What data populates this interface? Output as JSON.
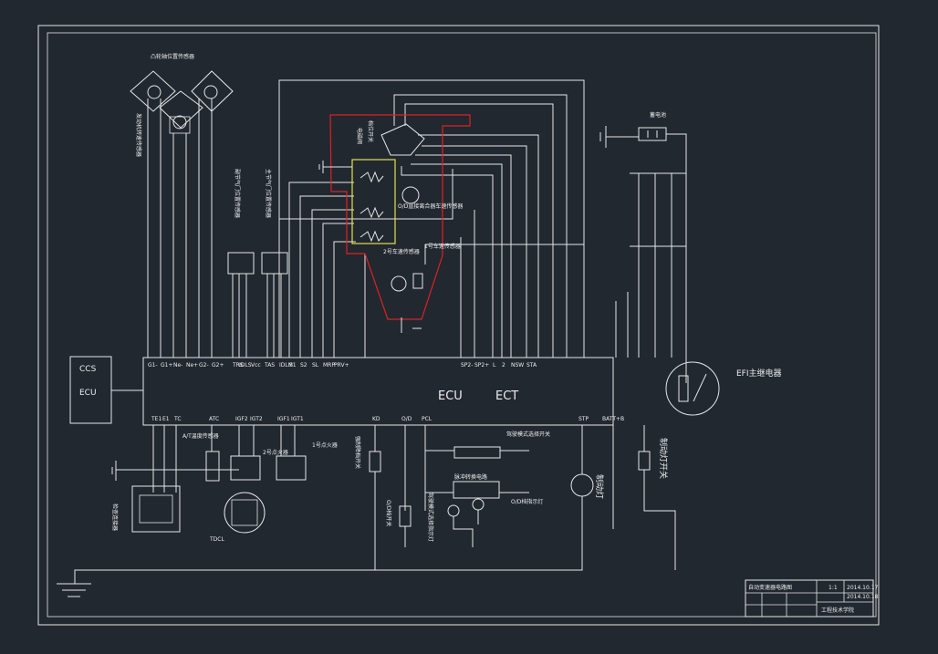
{
  "labels": {
    "crank_sensor": "凸轮轴位置传感器",
    "engine_speed_sensor": "发动机转速传感器",
    "sub_throttle_sensor": "副节气门位置传感器",
    "main_throttle_sensor": "主节气门位置传感器",
    "gear_switch": "档位开关",
    "solenoid_valve": "电磁阀",
    "od_speed_sensor": "O/D直接离合器车速传感器",
    "speed_sensor_2": "2号车速传感器",
    "speed_sensor_1": "1号车速传感器",
    "battery": "蓄电池",
    "ccs": "CCS",
    "ecu_left": "ECU",
    "ecu_main": "ECU",
    "ect": "ECT",
    "efi_relay": "EFI主继电器",
    "brake_light_switch": "制动灯开关",
    "brake_light": "制动灯",
    "at_temp_sensor": "A/T温度传感器",
    "igniter_2": "2号点火器",
    "igniter_1": "1号点火器",
    "kickdown_switch": "强制降档开关",
    "od_switch": "O/D档开关",
    "mode_switch": "驾驶模式选择开关",
    "pulse_circuit": "脉冲转换电路",
    "mode_indicator": "驾驶模式选择指示灯",
    "od_indicator": "O/D档指示灯",
    "check_connector": "检查连接器",
    "tdcl": "TDCL"
  },
  "ecu_pins_top": [
    "G1-",
    "G1+",
    "Ne-",
    "Ne+",
    "G2-",
    "G2+",
    "TRS",
    "IDLS",
    "Vcc",
    "TAS",
    "IDLM",
    "S1",
    "S2",
    "SL",
    "MRP",
    "PRV+",
    "SP2-",
    "SP2+",
    "L",
    "2",
    "NSW",
    "STA"
  ],
  "ecu_pins_bottom": [
    "TE1",
    "E1",
    "TC",
    "ATC",
    "IGF2",
    "IGT2",
    "IGF1",
    "IGT1",
    "KD",
    "O/D",
    "PCL",
    "STP",
    "BATT",
    "+B"
  ],
  "title_block": {
    "drawing_title": "自动变速器电路图",
    "company": "工程技术学院",
    "scale": "1:1",
    "date1": "2014.10.17",
    "date2": "2014.10.18"
  }
}
